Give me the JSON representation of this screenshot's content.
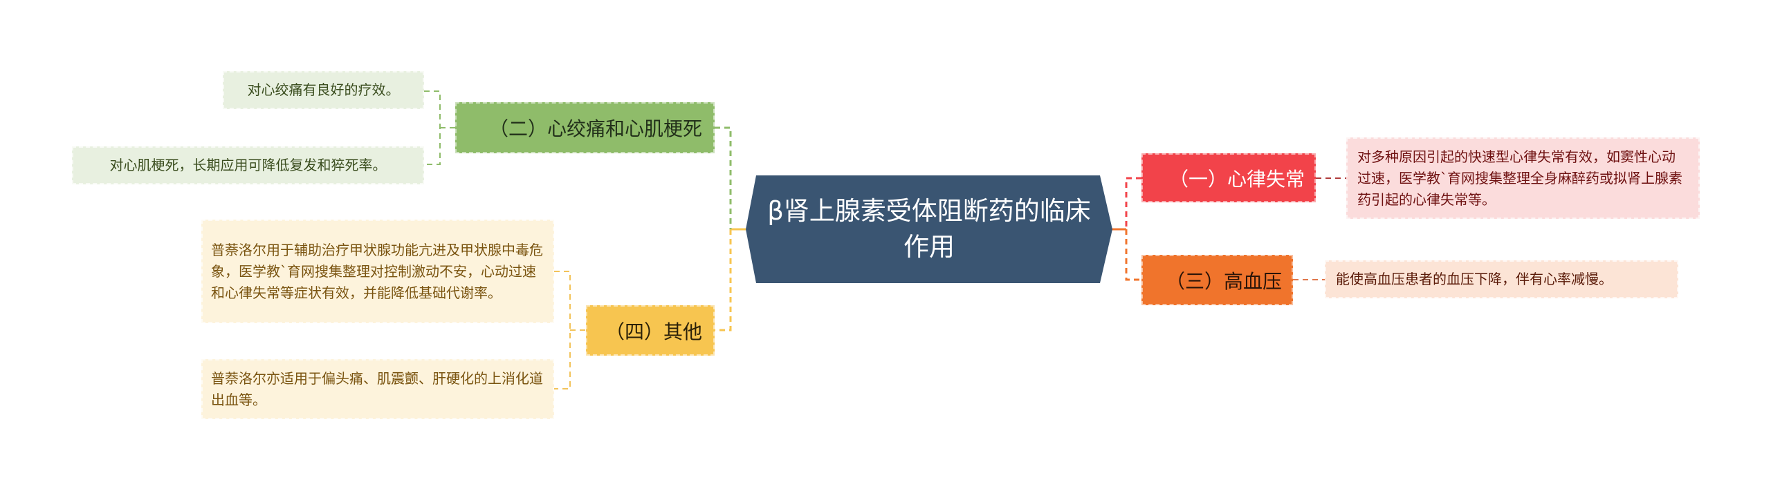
{
  "root": {
    "title": "β肾上腺素受体阻断药的临床作用",
    "color": "#3a5572"
  },
  "branches": [
    {
      "label": "（一）心律失常",
      "color": "#f2434a",
      "leaf_bg": "#fbdcdc",
      "leaf_text_color": "#6e1010",
      "leaves": [
        "对多种原因引起的快速型心律失常有效，如窦性心动过速，医学教`育网搜集整理全身麻醉药或拟肾上腺素药引起的心律失常等。"
      ]
    },
    {
      "label": "（三）高血压",
      "color": "#f0742c",
      "leaf_bg": "#fce4d6",
      "leaf_text_color": "#5a1a08",
      "leaves": [
        "能使高血压患者的血压下降，伴有心率减慢。"
      ]
    },
    {
      "label": "（二）心绞痛和心肌梗死",
      "color": "#8fbc6a",
      "leaf_bg": "#e8f0e0",
      "leaf_text_color": "#3a4d1e",
      "leaves": [
        "对心绞痛有良好的疗效。",
        "对心肌梗死，长期应用可降低复发和猝死率。"
      ]
    },
    {
      "label": "（四）其他",
      "color": "#f7c550",
      "leaf_bg": "#fdf3dc",
      "leaf_text_color": "#7a5410",
      "leaves": [
        "普萘洛尔用于辅助治疗甲状腺功能亢进及甲状腺中毒危象，医学教`育网搜集整理对控制激动不安，心动过速和心律失常等症状有效，并能降低基础代谢率。",
        "普萘洛尔亦适用于偏头痛、肌震颤、肝硬化的上消化道出血等。"
      ]
    }
  ]
}
